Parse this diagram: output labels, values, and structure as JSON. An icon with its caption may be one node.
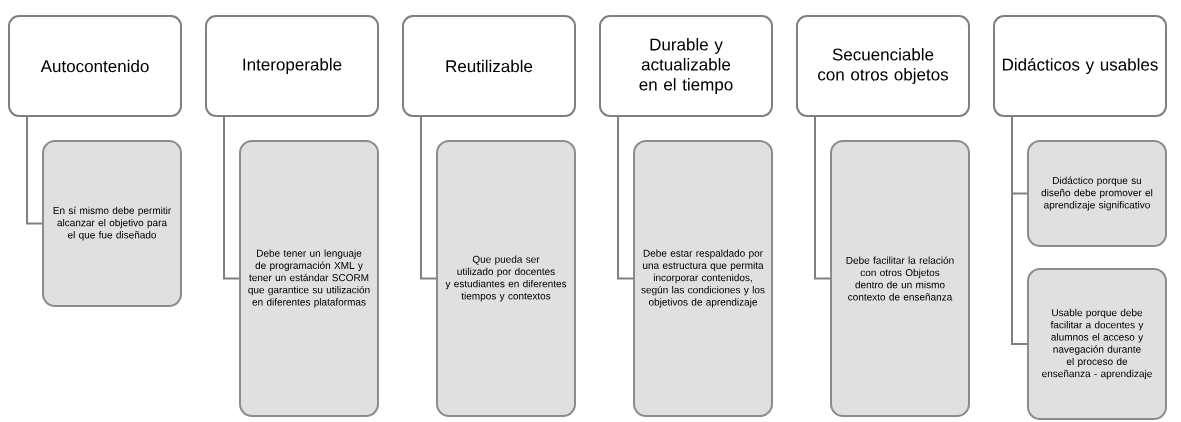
{
  "diagram": {
    "nodes": [
      {
        "text": [
          "Autocontenido"
        ]
      },
      {
        "text": [
          "Interoperable"
        ]
      },
      {
        "text": [
          "Reutilizable"
        ]
      },
      {
        "text": [
          "Durable y actualizable en el tiempo"
        ]
      },
      {
        "text": [
          "Secuenciable con otros objetos"
        ]
      },
      {
        "text": [
          "Didácticos y usables"
        ]
      },
      {
        "text": [
          "En sí mismo debe permitir alcanzar el objetivo para el que fue diseñado"
        ]
      },
      {
        "text": [
          "Debe tener un lenguaje de programación XML y tener un estándar SCORM que garantice su utilización en diferentes plataformas"
        ]
      },
      {
        "text": [
          "Que pueda ser utilizado por docentes y estudiantes en diferentes tiempos y contextos"
        ]
      },
      {
        "text": [
          "Debe estar respaldado por una estructura que permita incorporar contenidos, según las condiciones y los objetivos de aprendizaje"
        ]
      },
      {
        "text": [
          "Debe facilitar la relación con otros Objetos dentro de un mismo contexto de enseñanza"
        ]
      },
      {
        "text": [
          "Didáctico porque su diseño debe promover el aprendizaje significativo"
        ]
      },
      {
        "text": [
          "Usable porque debe facilitar a docentes y alumnos el acceso y navegación durante el proceso de enseñanza - aprendizaje"
        ]
      }
    ],
    "edges": [
      {
        "from": 0,
        "to": 6,
        "arrow": "none"
      },
      {
        "from": 1,
        "to": 7,
        "arrow": "none"
      },
      {
        "from": 2,
        "to": 8,
        "arrow": "none"
      },
      {
        "from": 3,
        "to": 9,
        "arrow": "none"
      },
      {
        "from": 4,
        "to": 10,
        "arrow": "none"
      },
      {
        "from": 5,
        "to": 11,
        "arrow": "none"
      },
      {
        "from": 5,
        "to": 12,
        "arrow": "none"
      }
    ]
  }
}
